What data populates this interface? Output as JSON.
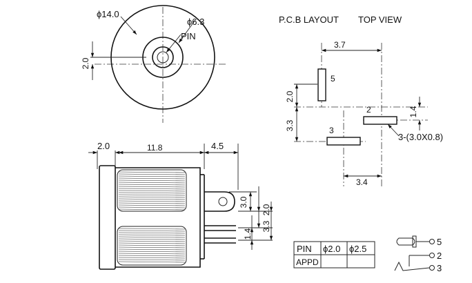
{
  "front_view": {
    "outer_diameter": "ϕ14.0",
    "inner_diameter": "ϕ6.3",
    "pin_label": "PIN",
    "vertical_offset": "2.0"
  },
  "pcb_layout": {
    "title": "P.C.B LAYOUT",
    "subtitle": "TOP VIEW",
    "dim_top": "3.7",
    "dim_left_upper": "2.0",
    "dim_left_lower": "3.3",
    "dim_right": "1.4",
    "dim_bottom": "3.4",
    "pad_note": "3-(3.0X0.8)",
    "pad_labels": [
      "5",
      "2",
      "3"
    ]
  },
  "side_view": {
    "dim_a": "2.0",
    "dim_b": "11.8",
    "dim_c": "4.5",
    "dim_v1": "3.0",
    "dim_v2": "2.0",
    "dim_v3": "1.4",
    "dim_v4": "3.3"
  },
  "pin_table": {
    "headers": [
      "PIN",
      "ϕ2.0",
      "ϕ2.5"
    ],
    "rows": [
      [
        "APPD",
        "",
        ""
      ]
    ]
  },
  "schematic": {
    "labels": [
      "5",
      "2",
      "3"
    ]
  }
}
